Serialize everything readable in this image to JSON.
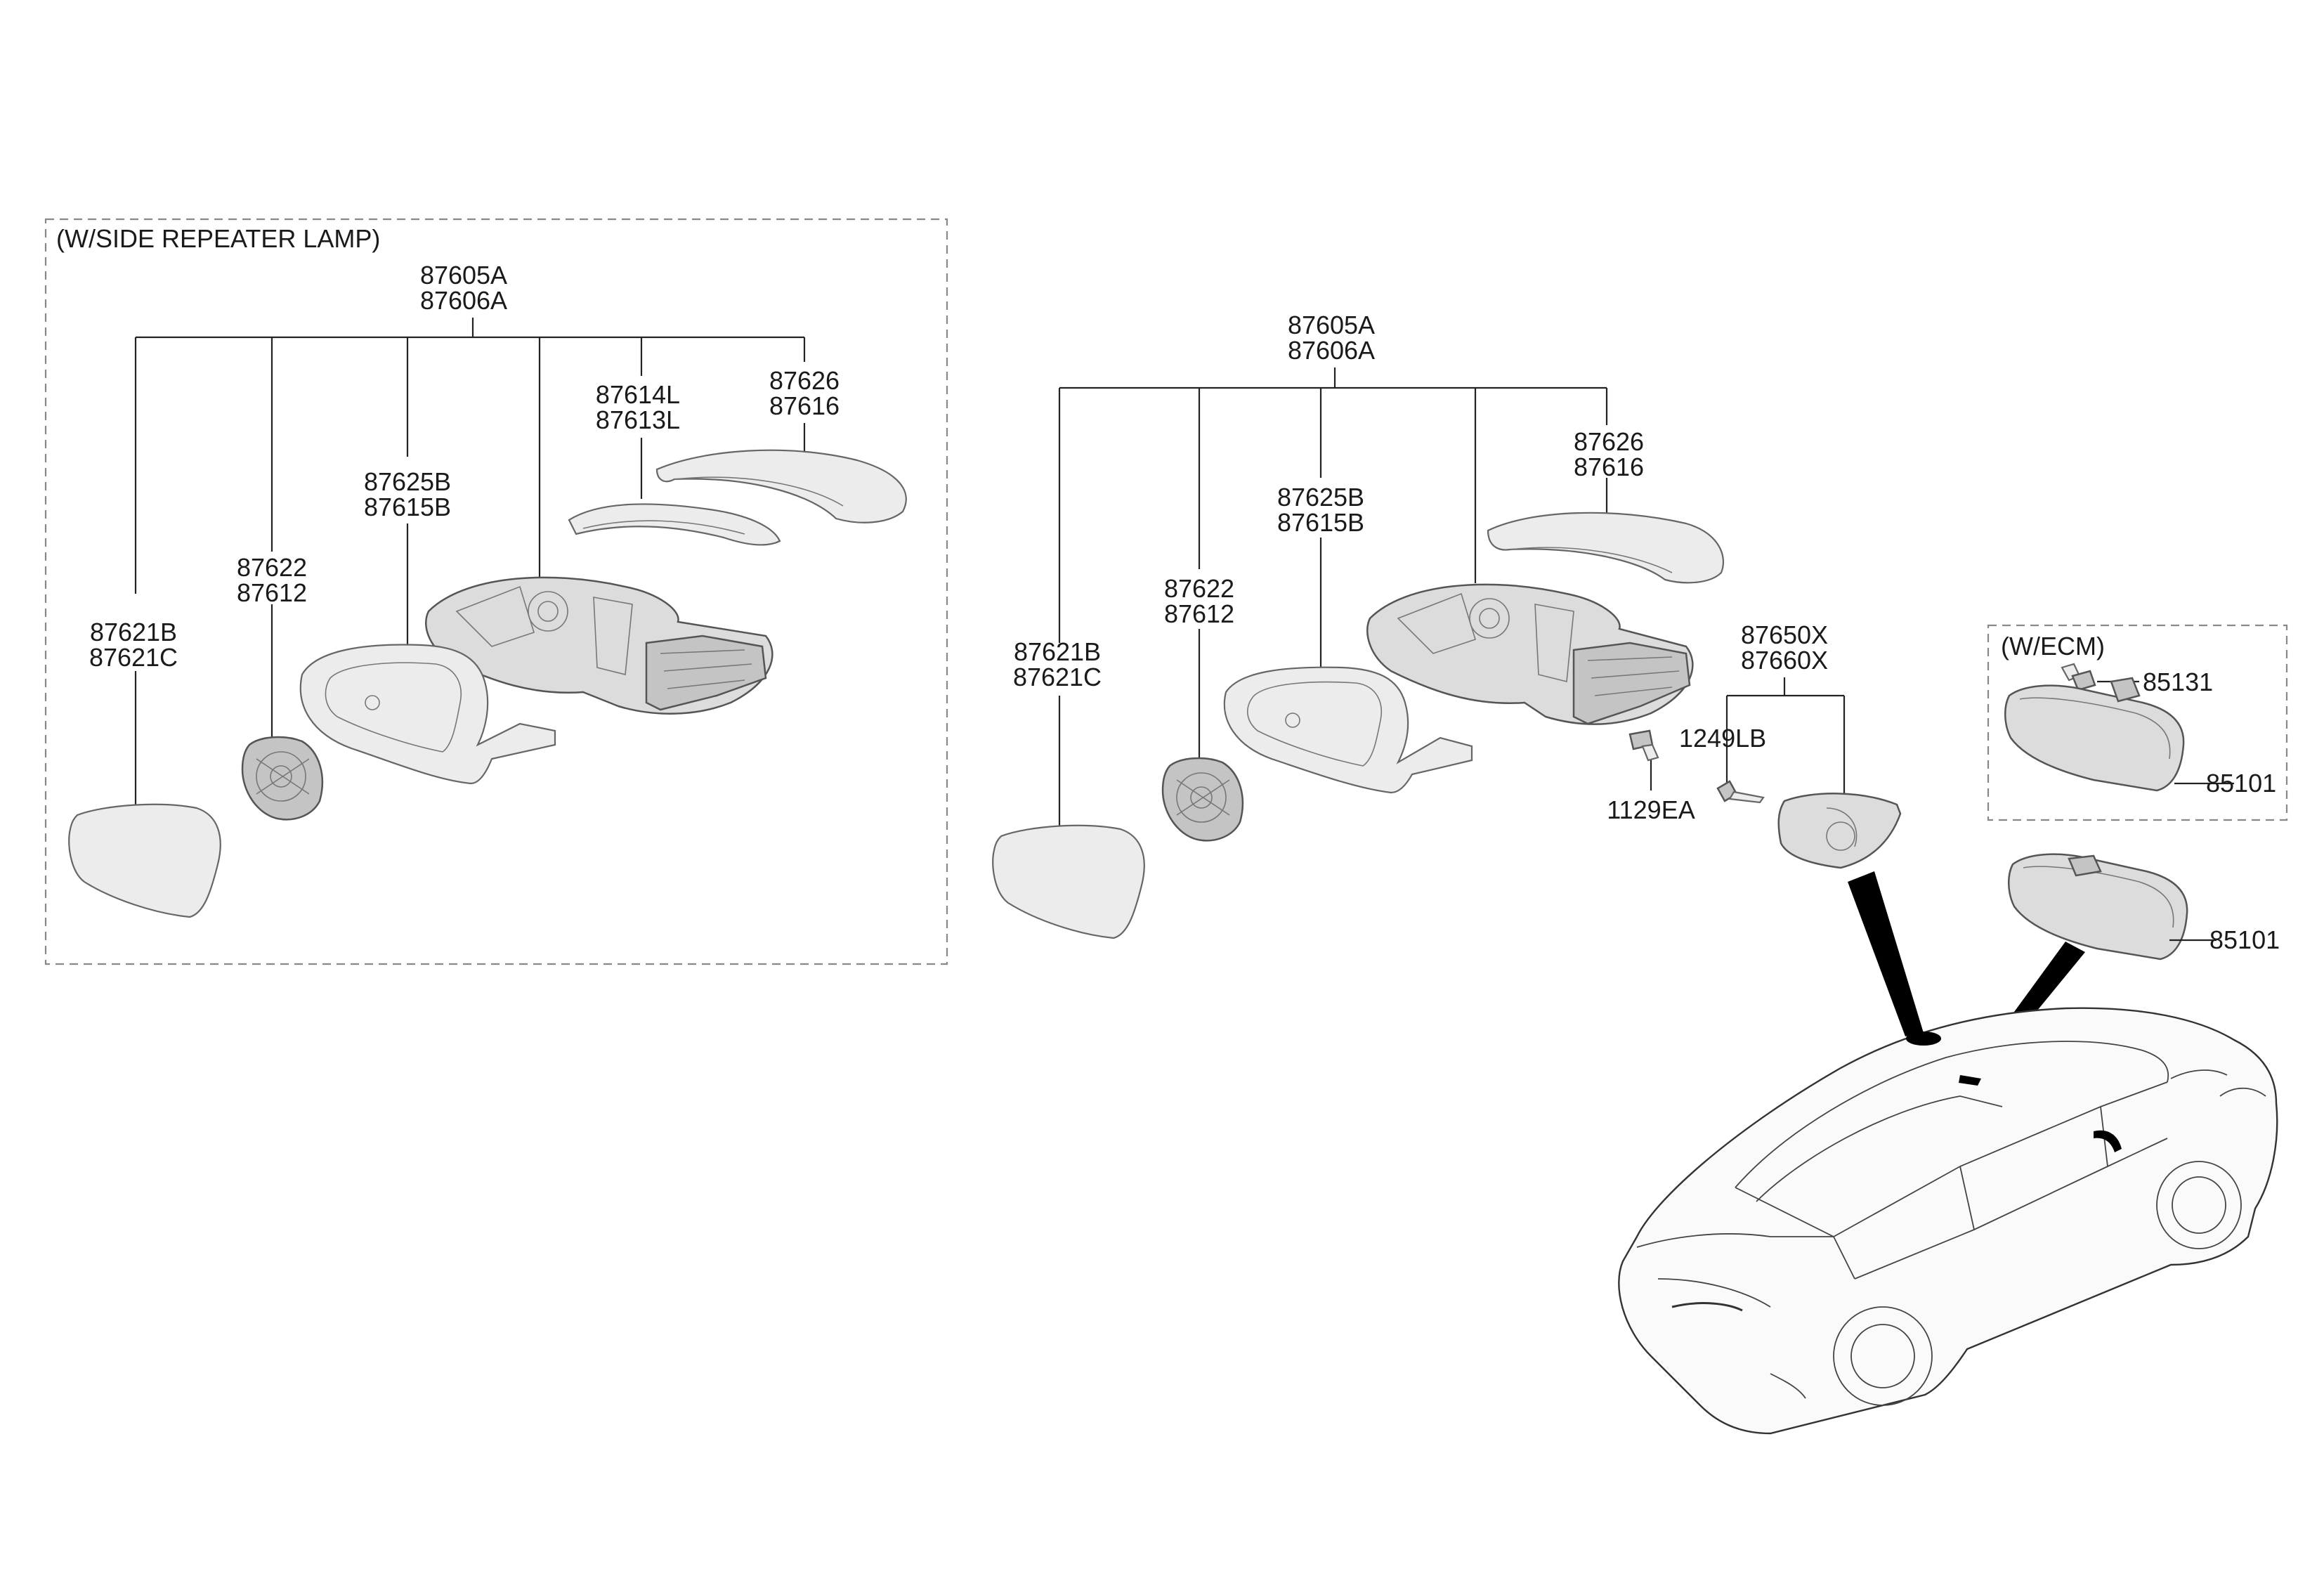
{
  "left_group": {
    "caption": "(W/SIDE REPEATER LAMP)",
    "assembly": [
      "87605A",
      "87606A"
    ],
    "parts": {
      "cover_a": [
        "87626",
        "87616"
      ],
      "lamp": [
        "87614L",
        "87613L"
      ],
      "housing": [
        "87625B",
        "87615B"
      ],
      "actuator": [
        "87622",
        "87612"
      ],
      "glass": [
        "87621B",
        "87621C"
      ]
    }
  },
  "center_group": {
    "assembly": [
      "87605A",
      "87606A"
    ],
    "parts": {
      "cover": [
        "87626",
        "87616"
      ],
      "housing": [
        "87625B",
        "87615B"
      ],
      "actuator": [
        "87622",
        "87612"
      ],
      "glass": [
        "87621B",
        "87621C"
      ]
    }
  },
  "right_parts": {
    "cover_assy": [
      "87650X",
      "87660X"
    ],
    "screw": "1249LB",
    "bolt": "1129EA"
  },
  "ecm_group": {
    "caption": "(W/ECM)",
    "bracket": "85131",
    "mirror": "85101"
  },
  "inside_mirror": "85101"
}
